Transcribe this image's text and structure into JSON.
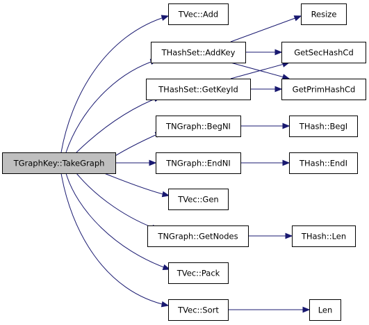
{
  "graph": {
    "edge_color": "#191970",
    "root_fill": "#bfbfbf",
    "node_fill": "#ffffff",
    "nodes": [
      {
        "id": "take-graph",
        "label": "TGraphKey::TakeGraph",
        "root": true
      },
      {
        "id": "tvec-add",
        "label": "TVec::Add"
      },
      {
        "id": "thashset-addkey",
        "label": "THashSet::AddKey"
      },
      {
        "id": "thashset-getkeyid",
        "label": "THashSet::GetKeyId"
      },
      {
        "id": "tngraph-begni",
        "label": "TNGraph::BegNI"
      },
      {
        "id": "tngraph-endni",
        "label": "TNGraph::EndNI"
      },
      {
        "id": "tvec-gen",
        "label": "TVec::Gen"
      },
      {
        "id": "tngraph-getnodes",
        "label": "TNGraph::GetNodes"
      },
      {
        "id": "tvec-pack",
        "label": "TVec::Pack"
      },
      {
        "id": "tvec-sort",
        "label": "TVec::Sort"
      },
      {
        "id": "resize",
        "label": "Resize"
      },
      {
        "id": "getsechashcd",
        "label": "GetSecHashCd"
      },
      {
        "id": "getprimhashcd",
        "label": "GetPrimHashCd"
      },
      {
        "id": "thash-begi",
        "label": "THash::BegI"
      },
      {
        "id": "thash-endi",
        "label": "THash::EndI"
      },
      {
        "id": "thash-len",
        "label": "THash::Len"
      },
      {
        "id": "len",
        "label": "Len"
      }
    ],
    "edges": [
      {
        "from": "take-graph",
        "to": "tvec-add"
      },
      {
        "from": "take-graph",
        "to": "thashset-addkey"
      },
      {
        "from": "take-graph",
        "to": "thashset-getkeyid"
      },
      {
        "from": "take-graph",
        "to": "tngraph-begni"
      },
      {
        "from": "take-graph",
        "to": "tngraph-endni"
      },
      {
        "from": "take-graph",
        "to": "tvec-gen"
      },
      {
        "from": "take-graph",
        "to": "tngraph-getnodes"
      },
      {
        "from": "take-graph",
        "to": "tvec-pack"
      },
      {
        "from": "take-graph",
        "to": "tvec-sort"
      },
      {
        "from": "thashset-addkey",
        "to": "resize"
      },
      {
        "from": "thashset-addkey",
        "to": "getsechashcd"
      },
      {
        "from": "thashset-addkey",
        "to": "getprimhashcd"
      },
      {
        "from": "thashset-getkeyid",
        "to": "getsechashcd"
      },
      {
        "from": "thashset-getkeyid",
        "to": "getprimhashcd"
      },
      {
        "from": "tngraph-begni",
        "to": "thash-begi"
      },
      {
        "from": "tngraph-endni",
        "to": "thash-endi"
      },
      {
        "from": "tngraph-getnodes",
        "to": "thash-len"
      },
      {
        "from": "tvec-sort",
        "to": "len"
      }
    ]
  }
}
